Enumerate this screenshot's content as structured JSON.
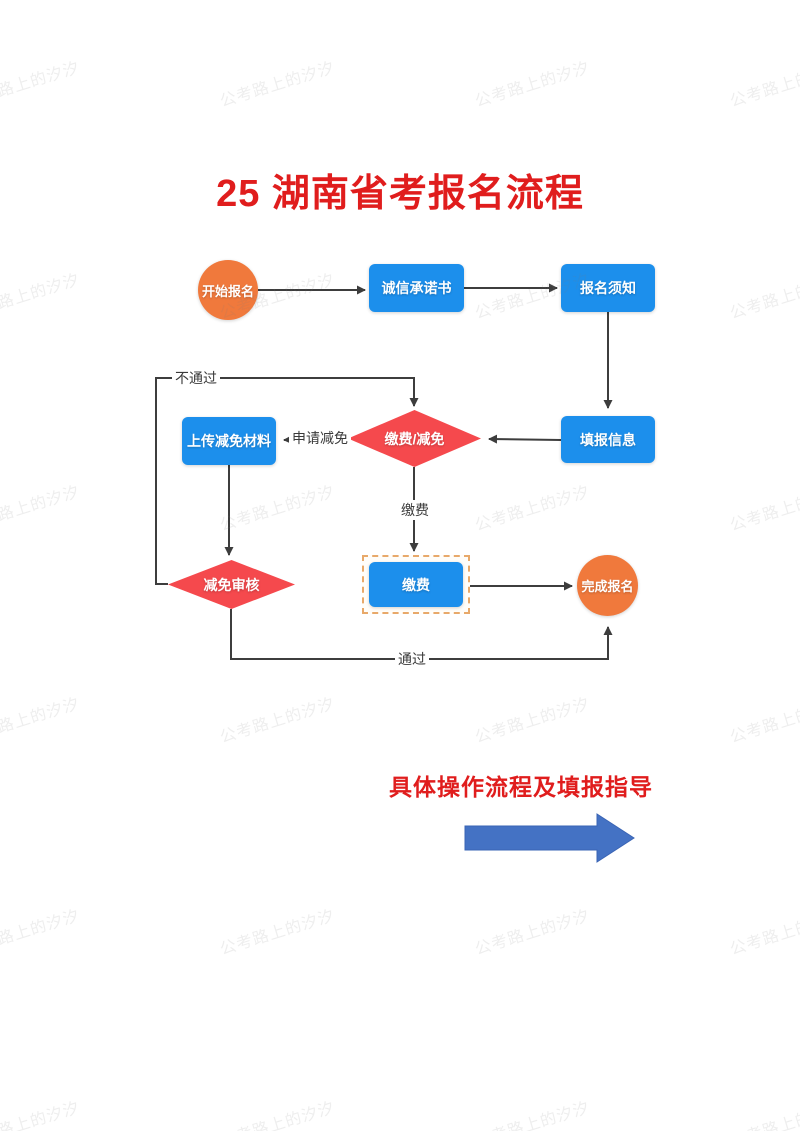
{
  "title": "25 湖南省考报名流程",
  "colors": {
    "title_red": "#e01d1d",
    "node_blue": "#1c8fec",
    "node_orange": "#f0793c",
    "node_red": "#f5494d",
    "connector": "#3d3d3d",
    "selection_dash": "#e8a96a",
    "big_arrow_blue": "#4472c4"
  },
  "flowchart": {
    "nodes": [
      {
        "id": "start",
        "type": "circle",
        "label": "开始报名"
      },
      {
        "id": "promise",
        "type": "box",
        "label": "诚信承诺书"
      },
      {
        "id": "notice",
        "type": "box",
        "label": "报名须知"
      },
      {
        "id": "fill-info",
        "type": "box",
        "label": "填报信息"
      },
      {
        "id": "pay-or-waive",
        "type": "diamond",
        "label": "缴费/减免"
      },
      {
        "id": "upload-materials",
        "type": "box",
        "label": "上传减免材料"
      },
      {
        "id": "waiver-review",
        "type": "diamond",
        "label": "减免审核"
      },
      {
        "id": "pay",
        "type": "box",
        "label": "缴费",
        "selected": true
      },
      {
        "id": "finish",
        "type": "circle",
        "label": "完成报名"
      }
    ],
    "edge_labels": {
      "not_pass": "不通过",
      "apply_waiver": "申请减免",
      "pay": "缴费",
      "pass": "通过"
    }
  },
  "footer": {
    "headline": "具体操作流程及填报指导"
  },
  "watermark": {
    "text": "公考路上的汐汐"
  }
}
